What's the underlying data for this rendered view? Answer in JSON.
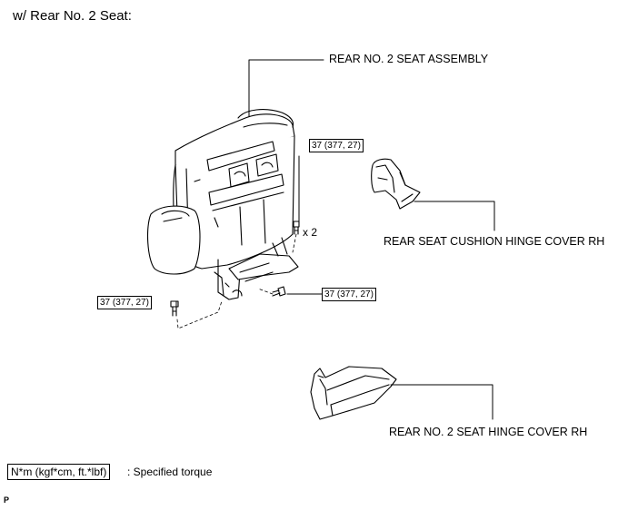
{
  "heading": "w/ Rear No. 2 Seat:",
  "callouts": {
    "seat_assembly": "REAR NO. 2 SEAT ASSEMBLY",
    "cushion_hinge_cover": "REAR SEAT CUSHION HINGE COVER RH",
    "seat_hinge_cover": "REAR NO. 2 SEAT HINGE COVER RH"
  },
  "torque": {
    "upper_bolt": "37 (377, 27)",
    "right_bolt": "37 (377, 27)",
    "left_bolt": "37 (377, 27)",
    "quantity": "x 2"
  },
  "legend": {
    "unit_box": "N*m (kgf*cm, ft.*lbf)",
    "description": ": Specified torque"
  },
  "illustration_code": "P",
  "colors": {
    "line": "#000000",
    "background": "#ffffff"
  }
}
